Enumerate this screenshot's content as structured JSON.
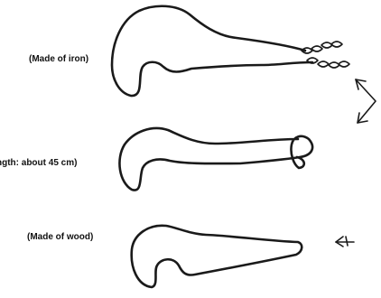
{
  "labels": {
    "iron": "(Made of iron)",
    "length": "ngth: about 45 cm)",
    "wood": "(Made of wood)"
  },
  "colors": {
    "ink": "#1a1a1a",
    "background": "#ffffff"
  }
}
